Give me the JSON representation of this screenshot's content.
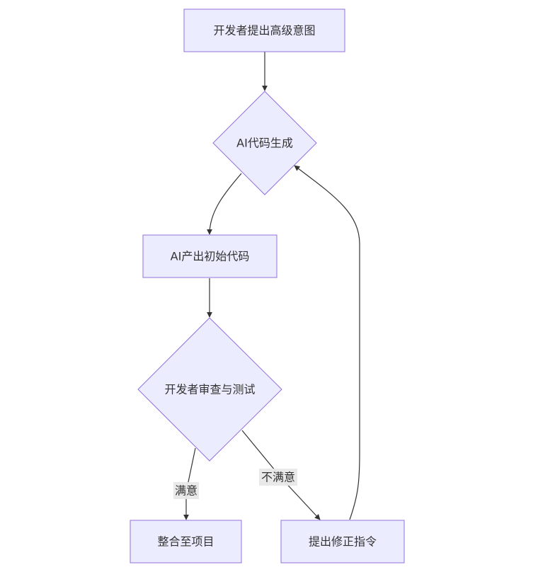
{
  "diagram": {
    "type": "flowchart",
    "colors": {
      "node_fill": "#ECECFF",
      "node_stroke": "#9370DB",
      "edge": "#333333",
      "text": "#333333",
      "label_bg": "#e8e8e8"
    },
    "nodes": {
      "intent": {
        "label": "开发者提出高级意图",
        "shape": "rect"
      },
      "generate": {
        "label": "AI代码生成",
        "shape": "diamond"
      },
      "initial_code": {
        "label": "AI产出初始代码",
        "shape": "rect"
      },
      "review": {
        "label": "开发者审查与测试",
        "shape": "diamond"
      },
      "integrate": {
        "label": "整合至项目",
        "shape": "rect"
      },
      "fix": {
        "label": "提出修正指令",
        "shape": "rect"
      }
    },
    "edges": [
      {
        "from": "intent",
        "to": "generate",
        "label": ""
      },
      {
        "from": "generate",
        "to": "initial_code",
        "label": ""
      },
      {
        "from": "initial_code",
        "to": "review",
        "label": ""
      },
      {
        "from": "review",
        "to": "integrate",
        "label": "满意"
      },
      {
        "from": "review",
        "to": "fix",
        "label": "不满意"
      },
      {
        "from": "fix",
        "to": "generate",
        "label": ""
      }
    ]
  }
}
